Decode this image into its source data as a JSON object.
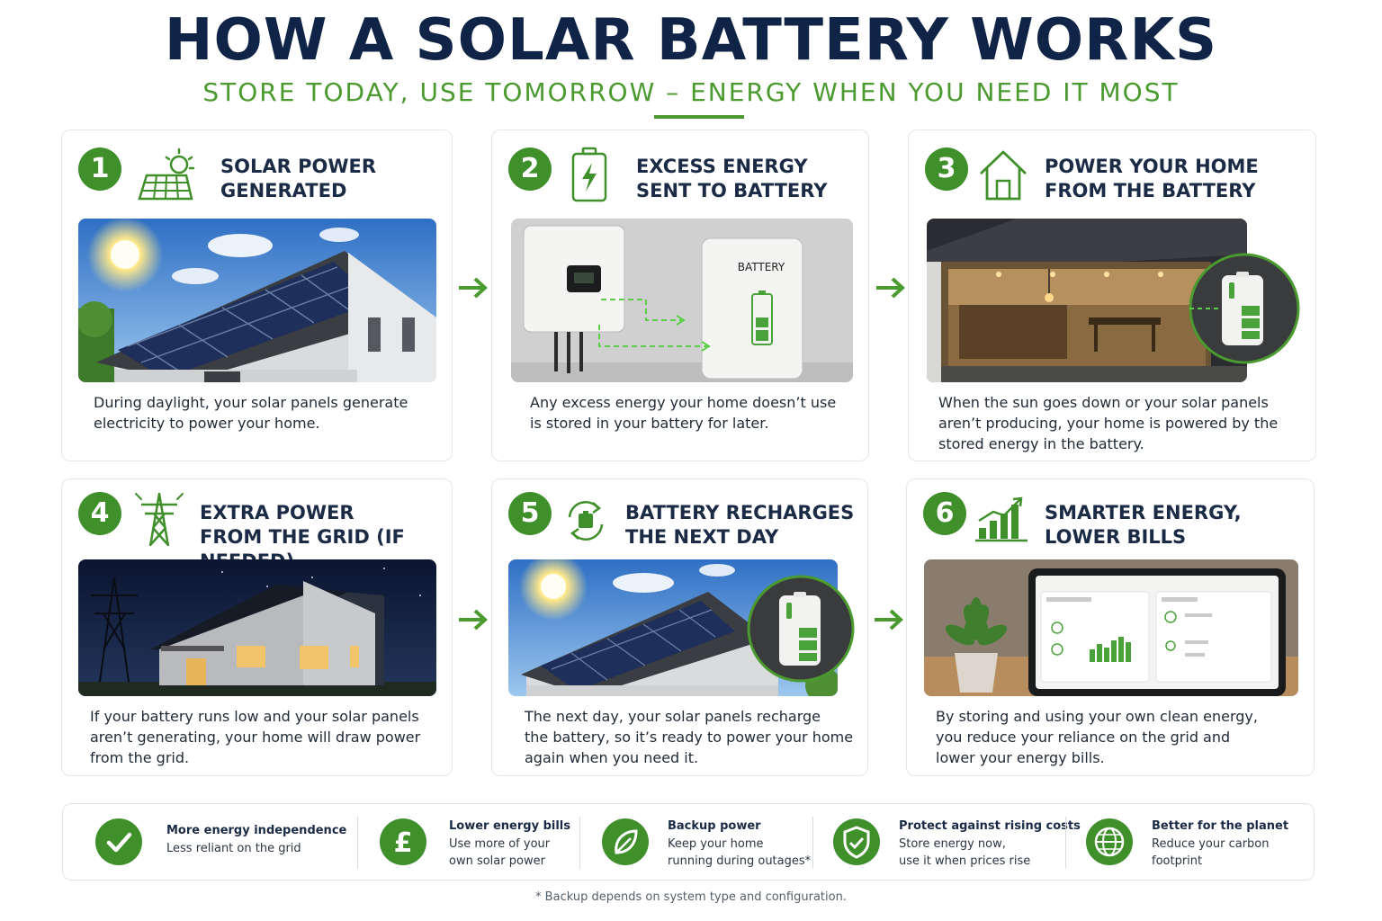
{
  "header": {
    "title": "HOW A SOLAR BATTERY WORKS",
    "subtitle": "STORE TODAY, USE TOMORROW – ENERGY WHEN YOU NEED IT MOST"
  },
  "steps": [
    {
      "number": "1",
      "heading_line1": "SOLAR POWER",
      "heading_line2": "GENERATED",
      "icon": "solar-panel-sun-icon",
      "desc_line1": "During daylight, your solar panels generate",
      "desc_line2": "electricity to power your home.",
      "desc_line3": ""
    },
    {
      "number": "2",
      "heading_line1": "EXCESS ENERGY",
      "heading_line2": "SENT TO BATTERY",
      "icon": "battery-bolt-icon",
      "desc_line1": "Any excess energy your home doesn’t use",
      "desc_line2": "is stored in your battery for later.",
      "desc_line3": "",
      "photo_label": "BATTERY"
    },
    {
      "number": "3",
      "heading_line1": "POWER YOUR HOME",
      "heading_line2": "FROM THE BATTERY",
      "icon": "house-icon",
      "desc_line1": "When the sun goes down or your solar panels",
      "desc_line2": "aren’t producing, your home is powered by the",
      "desc_line3": "stored energy in the battery."
    },
    {
      "number": "4",
      "heading_line1": "EXTRA POWER",
      "heading_line2": "FROM THE GRID (IF NEEDED)",
      "icon": "pylon-icon",
      "desc_line1": "If your battery runs low and your solar panels",
      "desc_line2": "aren’t generating, your home will draw power",
      "desc_line3": "from the grid."
    },
    {
      "number": "5",
      "heading_line1": "BATTERY RECHARGES",
      "heading_line2": "THE NEXT DAY",
      "icon": "recharge-cycle-icon",
      "desc_line1": "The next day, your solar panels recharge",
      "desc_line2": "the battery, so it’s ready to power your home",
      "desc_line3": "again when you need it."
    },
    {
      "number": "6",
      "heading_line1": "SMARTER ENERGY,",
      "heading_line2": "LOWER BILLS",
      "icon": "rising-bar-chart-icon",
      "desc_line1": "By storing and using your own clean energy,",
      "desc_line2": "you reduce your reliance on the grid and",
      "desc_line3": "lower your energy bills."
    }
  ],
  "benefits": [
    {
      "icon": "checkmark-icon",
      "title": "More energy independence",
      "line1": "Less reliant on the grid",
      "line2": ""
    },
    {
      "icon": "pound-icon",
      "title": "Lower energy bills",
      "line1": "Use more of your",
      "line2": "own solar power"
    },
    {
      "icon": "leaf-icon",
      "title": "Backup power",
      "line1": "Keep your home",
      "line2": "running during outages*"
    },
    {
      "icon": "shield-check-icon",
      "title": "Protect against rising costs",
      "line1": "Store energy now,",
      "line2": "use it when prices rise"
    },
    {
      "icon": "globe-icon",
      "title": "Better for the planet",
      "line1": "Reduce your carbon",
      "line2": "footprint"
    }
  ],
  "footnote": "* Backup depends on system type and configuration.",
  "colors": {
    "navy": "#0f2447",
    "green": "#3f8f2a",
    "accent_green": "#4a9a2f"
  }
}
